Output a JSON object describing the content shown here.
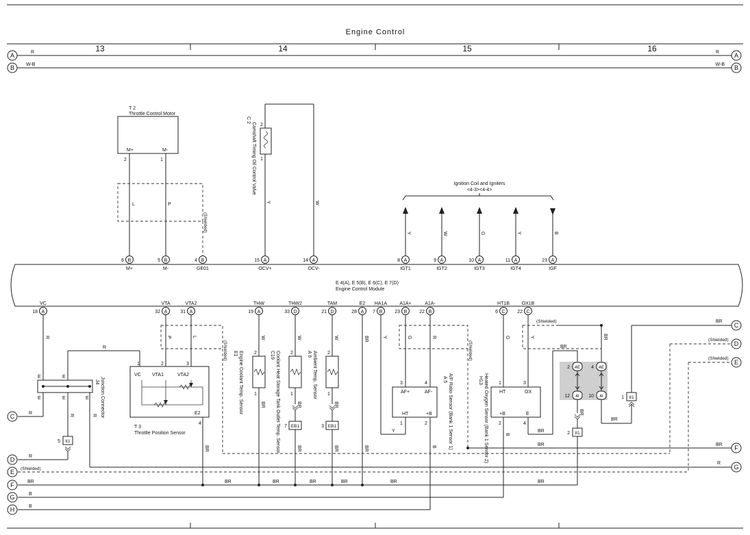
{
  "title": "Engine Control",
  "columns": [
    "13",
    "14",
    "15",
    "16"
  ],
  "bus_left": [
    {
      "letter": "A",
      "wire": "R"
    },
    {
      "letter": "B",
      "wire": "W-B"
    }
  ],
  "bus_right": [
    {
      "letter": "A",
      "wire": "R"
    },
    {
      "letter": "B",
      "wire": "W-B"
    }
  ],
  "components": {
    "t2": {
      "code": "T 2",
      "name": "Throttle Control Motor",
      "pins": [
        "M+",
        "M-"
      ],
      "pin_nums": [
        "2",
        "1"
      ],
      "wires": [
        "L",
        "P"
      ],
      "shield": "(Shielded)"
    },
    "c2": {
      "code": "C 2",
      "name": "Camshaft Timing Oil Control Valve",
      "pin_nums": [
        "2",
        "1"
      ],
      "wires": [
        "Y",
        "W"
      ]
    },
    "ign": {
      "name": "Ignition Coil and Igniters",
      "sub": "<4-3><4-4>",
      "wires": [
        "Y",
        "W",
        "G",
        "Y",
        "B"
      ]
    },
    "ecm": {
      "code": "E 4(A), E 5(B), E 6(C), E 7(D)",
      "name": "Engine Control Module"
    },
    "t3": {
      "code": "T 3",
      "name": "Throttle Position Sensor",
      "pins": [
        "VC",
        "VTA1",
        "VTA2",
        "E2"
      ],
      "pin_nums": [
        "1",
        "2",
        "3",
        "4"
      ]
    },
    "j4": {
      "code": "J4",
      "name": "Junction Connector",
      "pins": [
        "E",
        "E",
        "E",
        "E",
        "E"
      ]
    },
    "e1": {
      "code": "E1",
      "name": "Engine Coolant Temp. Sensor",
      "pin_nums": [
        "2",
        "1"
      ],
      "wires": [
        "W",
        "BR"
      ]
    },
    "c19": {
      "code": "C19",
      "name": "Coolant Heat Storage Tank Outlet Temp. Sensor",
      "pin_nums": [
        "2",
        "1"
      ],
      "wires": [
        "W",
        "BR"
      ]
    },
    "a6": {
      "code": "A 6",
      "name": "Ambient Temp. Sensor",
      "pin_nums": [
        "2",
        "1"
      ],
      "wires": [
        "W",
        "BR"
      ]
    },
    "a5": {
      "code": "A 5",
      "name": "A/F Ratio Sensor (Bank 1 Sensor 1)",
      "pins": [
        "AF+",
        "AF-",
        "HT",
        "+B"
      ],
      "pin_nums": [
        "3",
        "4",
        "1",
        "2"
      ]
    },
    "h13": {
      "code": "H13",
      "name": "Heated Oxygen Sensor (Bank 1 Sensor 2)",
      "pins": [
        "HT",
        "OX",
        "+B",
        "E"
      ],
      "pin_nums": [
        "1",
        "3",
        "2",
        "4"
      ]
    }
  },
  "ecm_top_pins": [
    {
      "num": "6",
      "conn": "B",
      "label": "M+"
    },
    {
      "num": "5",
      "conn": "B",
      "label": "M-"
    },
    {
      "num": "4",
      "conn": "B",
      "label": "GE01"
    },
    {
      "num": "15",
      "conn": "A",
      "label": "OCV+"
    },
    {
      "num": "14",
      "conn": "A",
      "label": "OCV-"
    },
    {
      "num": "8",
      "conn": "A",
      "label": "IGT1"
    },
    {
      "num": "9",
      "conn": "A",
      "label": "IGT2"
    },
    {
      "num": "10",
      "conn": "A",
      "label": "IGT3"
    },
    {
      "num": "11",
      "conn": "A",
      "label": "IGT4"
    },
    {
      "num": "23",
      "conn": "A",
      "label": "IGF"
    }
  ],
  "ecm_bottom_pins": [
    {
      "num": "18",
      "conn": "A",
      "label": "VC"
    },
    {
      "num": "32",
      "conn": "A",
      "label": "VTA"
    },
    {
      "num": "31",
      "conn": "A",
      "label": "VTA2"
    },
    {
      "num": "19",
      "conn": "A",
      "label": "THW"
    },
    {
      "num": "33",
      "conn": "D",
      "label": "THW2"
    },
    {
      "num": "21",
      "conn": "D",
      "label": "TAM"
    },
    {
      "num": "28",
      "conn": "A",
      "label": "E2"
    },
    {
      "num": "7",
      "conn": "B",
      "label": "HA1A"
    },
    {
      "num": "23",
      "conn": "B",
      "label": "A1A+"
    },
    {
      "num": "22",
      "conn": "B",
      "label": "A1A-"
    },
    {
      "num": "6",
      "conn": "C",
      "label": "HT1B"
    },
    {
      "num": "22",
      "conn": "C",
      "label": "OX1B"
    }
  ],
  "bottom_wire_labels": [
    "W",
    "W",
    "W",
    "BR",
    "Y",
    "G",
    "R",
    "G",
    "Y",
    "P",
    "L",
    "R"
  ],
  "connectors": {
    "ii1": "II1",
    "eb1": "EB1",
    "pins_ii1": [
      "5",
      "2",
      "1"
    ],
    "pins_eb1": [
      "7",
      "3"
    ],
    "conn4e": "4E",
    "conn4i": "4I",
    "pins_4e": [
      "2",
      "4"
    ],
    "pins_4i": [
      "12",
      "10"
    ]
  },
  "left_rails": [
    {
      "letter": "C",
      "wire": "R"
    },
    {
      "letter": "D",
      "wire": "R"
    },
    {
      "letter": "E",
      "wire": "(Shielded)"
    },
    {
      "letter": "F",
      "wire": "BR"
    },
    {
      "letter": "G",
      "wire": "B"
    },
    {
      "letter": "H",
      "wire": "B"
    }
  ],
  "right_rails": [
    {
      "letter": "C",
      "wire": "BR"
    },
    {
      "letter": "D",
      "wire": "(Shielded)"
    },
    {
      "letter": "E",
      "wire": "(Shielded)"
    },
    {
      "letter": "F",
      "wire": "BR"
    },
    {
      "letter": "G",
      "wire": "R"
    }
  ],
  "misc": {
    "shielded": "(Shielded)",
    "br": "BR",
    "b": "B",
    "r": "R",
    "y": "Y",
    "w": "W"
  }
}
